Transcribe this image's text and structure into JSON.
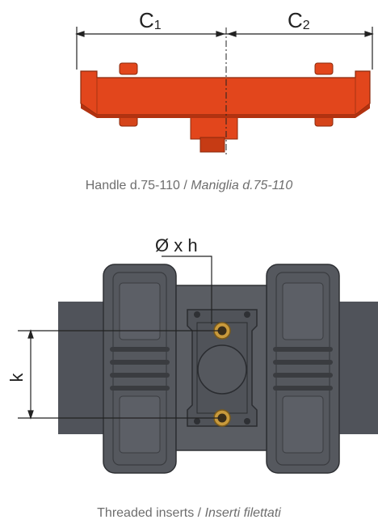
{
  "handle_figure": {
    "dim_left": "C",
    "dim_left_sub": "1",
    "dim_right": "C",
    "dim_right_sub": "2",
    "caption_en": "Handle d.75-110",
    "caption_sep": " / ",
    "caption_it": "Maniglia d.75-110"
  },
  "inserts_figure": {
    "dim_diameter": "Ø x h",
    "dim_k": "k",
    "caption_en": "Threaded inserts",
    "caption_sep": " / ",
    "caption_it": "Inserti filettati"
  },
  "colors": {
    "handle": "#e2461c",
    "handle_shadow": "#b23210",
    "valve_body": "#4f5257",
    "valve_dark": "#3a3c40",
    "insert_brass": "#c99a3c"
  }
}
